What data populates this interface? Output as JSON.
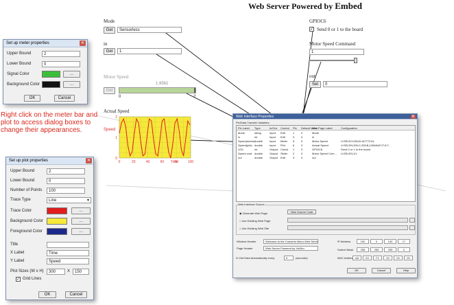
{
  "page_title": "Web Server Powered by ",
  "page_title_brand": "Embed",
  "left_panel": {
    "mode_label": "Mode",
    "mode_get": "Get",
    "mode_value": "Sensorless",
    "in_label": "in",
    "in_get": "Get",
    "in_value": "1",
    "motor_speed_label": "Motor Speed",
    "meter_get": "Get",
    "meter_value_text": "1.9562",
    "meter_fraction": 0.9781,
    "meter_min": "0",
    "meter_max": "2",
    "actual_speed_label": "Actual Speed",
    "plot_ylabel": "Speed",
    "plot_xlabel": "Time",
    "plot_y_ticks": [
      "2",
      "1",
      "0"
    ],
    "plot_x_ticks": [
      "0",
      "20",
      "40",
      "60",
      "80",
      "100"
    ]
  },
  "chart_data": {
    "type": "line",
    "title": "",
    "xlabel": "Time",
    "ylabel": "Speed",
    "xlim": [
      0,
      100
    ],
    "ylim": [
      0,
      2
    ],
    "x": [
      0,
      3,
      6,
      9,
      12,
      15,
      18,
      21,
      24,
      27,
      30,
      33,
      36,
      39,
      42,
      45,
      48,
      51,
      54,
      57,
      60,
      63,
      66,
      69,
      72,
      75,
      78,
      81,
      84,
      87,
      90,
      93,
      96,
      99
    ],
    "series": [
      {
        "values": [
          1.2,
          1.7,
          1.9,
          1.5,
          0.6,
          0.1,
          0.3,
          1.2,
          1.9,
          1.7,
          0.8,
          0.1,
          0.2,
          1.1,
          1.9,
          1.8,
          0.9,
          0.2,
          0.1,
          0.9,
          1.8,
          1.9,
          1.1,
          0.3,
          0.0,
          0.7,
          1.7,
          1.9,
          1.3,
          0.4,
          0.1,
          0.9,
          1.8,
          1.6
        ]
      }
    ],
    "grid": true
  },
  "right_panel": {
    "gpio_label": "GPIOC6",
    "gpio_checkbox_label": "Send 0 or 1 to the board",
    "gpio_checked": true,
    "motor_cmd_label": "Motor Speed Command",
    "motor_cmd_value": "1",
    "slider_fraction": 0.98,
    "out_label": "out",
    "out_set": "Set",
    "out_value": "0"
  },
  "annotation": "Right click on the meter bar and plot to access dialog boxes to change their appearances.",
  "meter_dialog": {
    "title": "Set up meter properties",
    "upper_bound_label": "Upper Bound",
    "upper_bound": "2",
    "lower_bound_label": "Lower Bound",
    "lower_bound": "0",
    "signal_color_label": "Signal Color",
    "signal_color": "#3bbf3a",
    "background_color_label": "Background Color",
    "background_color": "#111111",
    "ok": "OK",
    "cancel": "Cancel"
  },
  "plot_dialog": {
    "title": "Set up plot properties",
    "upper_bound_label": "Upper Bound",
    "upper_bound": "2",
    "lower_bound_label": "Lower Bound",
    "lower_bound": "0",
    "points_label": "Number of Points",
    "points": "100",
    "trace_type_label": "Trace Type",
    "trace_type": "Line",
    "trace_color_label": "Trace Color",
    "trace_color": "#e11d1d",
    "bg_color_label": "Background Color",
    "bg_color": "#f5e93a",
    "fg_color_label": "Foreground Color",
    "fg_color": "#1c2a8c",
    "title_label": "Title",
    "title_value": "",
    "xlabel_label": "X Label",
    "xlabel_value": "Time",
    "ylabel_label": "Y Label",
    "ylabel_value": "Speed",
    "size_label": "Plot Sizes (W x H)",
    "size_w": "300",
    "size_x": "X",
    "size_h": "150",
    "grid_label": "Grid Lines",
    "ok": "OK",
    "cancel": "Cancel"
  },
  "wip_dialog": {
    "title": "Web Interface Properties",
    "tab": "Pin/Data Transfer Variables",
    "columns": [
      "Pin Label",
      "Type",
      "In/Out",
      "Control",
      "Pin",
      "Default Value",
      "Web Page Label",
      "Configuration"
    ],
    "rows": [
      [
        "Mode",
        "string",
        "Input",
        "Edit",
        "1",
        "0",
        "Mode",
        ""
      ],
      [
        "in",
        "int",
        "Input",
        "Edit",
        "3",
        "0",
        "in",
        ""
      ],
      [
        "Speed(meter)",
        "double",
        "Input",
        "Meter",
        "5",
        "0",
        "Motor Speed",
        "U:SELECCIIN;B:16777215;"
      ],
      [
        "Speed(plot)",
        "double",
        "Input",
        "Plot",
        "6",
        "0",
        "Actual Speed",
        "U:SELEN;300;C;255;B;12648447;F;0;T..."
      ],
      [
        "LED",
        "int",
        "Output",
        "Check",
        "1",
        "0",
        "GPIOC6",
        "Send 0 or 1 to the board"
      ],
      [
        "Speed cmd",
        "double",
        "Output",
        "Slider",
        "2",
        "0",
        "Motor Speed Com...",
        "U:SELEN;10;"
      ],
      [
        "out",
        "double",
        "Output",
        "Edit",
        "3",
        "0",
        "out",
        ""
      ]
    ],
    "source_group": "Web Interface Source",
    "radio_generate": "Generate Web Page",
    "radio_existing_page": "Use Existing Web Page",
    "radio_existing_site": "Use Existing Web Site",
    "view_source": "View Source Code",
    "window_header_label": "Window Header",
    "window_header": "Welcome to the Concerto Micro Web Server!",
    "page_header_label": "Page Header",
    "page_header": "Web Server Powered by VisSim",
    "ip_label": "IP Address",
    "ip": [
      "192",
      "0",
      "100",
      "17"
    ],
    "subnet_label": "Subnet Mask",
    "subnet": [
      "255",
      "255",
      "255",
      "0"
    ],
    "mac_label": "MAC Address",
    "mac": [
      "A8",
      "63",
      "F2",
      "00",
      "00",
      "00"
    ],
    "autoget_label": "Get Data Automatically every",
    "autoget_value": "5",
    "autoget_unit": "(seconds)",
    "ok": "OK",
    "cancel": "Cancel",
    "help": "Help"
  }
}
